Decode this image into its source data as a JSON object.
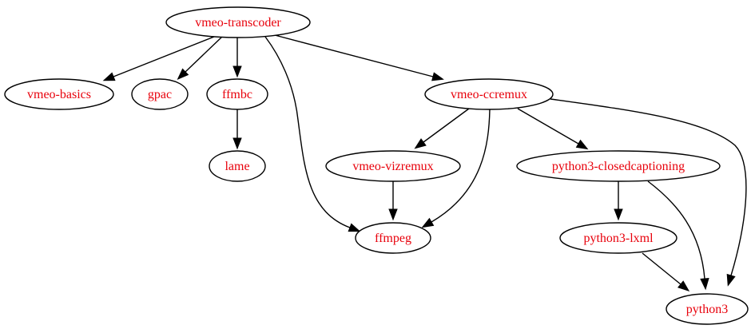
{
  "graph": {
    "label_color": "#e8000b",
    "line_color": "#000000",
    "nodes": [
      {
        "id": "vmeo-transcoder",
        "label": "vmeo-transcoder"
      },
      {
        "id": "vmeo-basics",
        "label": "vmeo-basics"
      },
      {
        "id": "gpac",
        "label": "gpac"
      },
      {
        "id": "ffmbc",
        "label": "ffmbc"
      },
      {
        "id": "vmeo-ccremux",
        "label": "vmeo-ccremux"
      },
      {
        "id": "lame",
        "label": "lame"
      },
      {
        "id": "vmeo-vizremux",
        "label": "vmeo-vizremux"
      },
      {
        "id": "python3-closedcaptioning",
        "label": "python3-closedcaptioning"
      },
      {
        "id": "ffmpeg",
        "label": "ffmpeg"
      },
      {
        "id": "python3-lxml",
        "label": "python3-lxml"
      },
      {
        "id": "python3",
        "label": "python3"
      }
    ],
    "edges": [
      {
        "from": "vmeo-transcoder",
        "to": "vmeo-basics"
      },
      {
        "from": "vmeo-transcoder",
        "to": "gpac"
      },
      {
        "from": "vmeo-transcoder",
        "to": "ffmbc"
      },
      {
        "from": "vmeo-transcoder",
        "to": "ffmpeg"
      },
      {
        "from": "vmeo-transcoder",
        "to": "vmeo-ccremux"
      },
      {
        "from": "ffmbc",
        "to": "lame"
      },
      {
        "from": "vmeo-ccremux",
        "to": "vmeo-vizremux"
      },
      {
        "from": "vmeo-ccremux",
        "to": "ffmpeg"
      },
      {
        "from": "vmeo-ccremux",
        "to": "python3-closedcaptioning"
      },
      {
        "from": "vmeo-ccremux",
        "to": "python3"
      },
      {
        "from": "vmeo-vizremux",
        "to": "ffmpeg"
      },
      {
        "from": "python3-closedcaptioning",
        "to": "python3-lxml"
      },
      {
        "from": "python3-closedcaptioning",
        "to": "python3"
      },
      {
        "from": "python3-lxml",
        "to": "python3"
      }
    ]
  }
}
